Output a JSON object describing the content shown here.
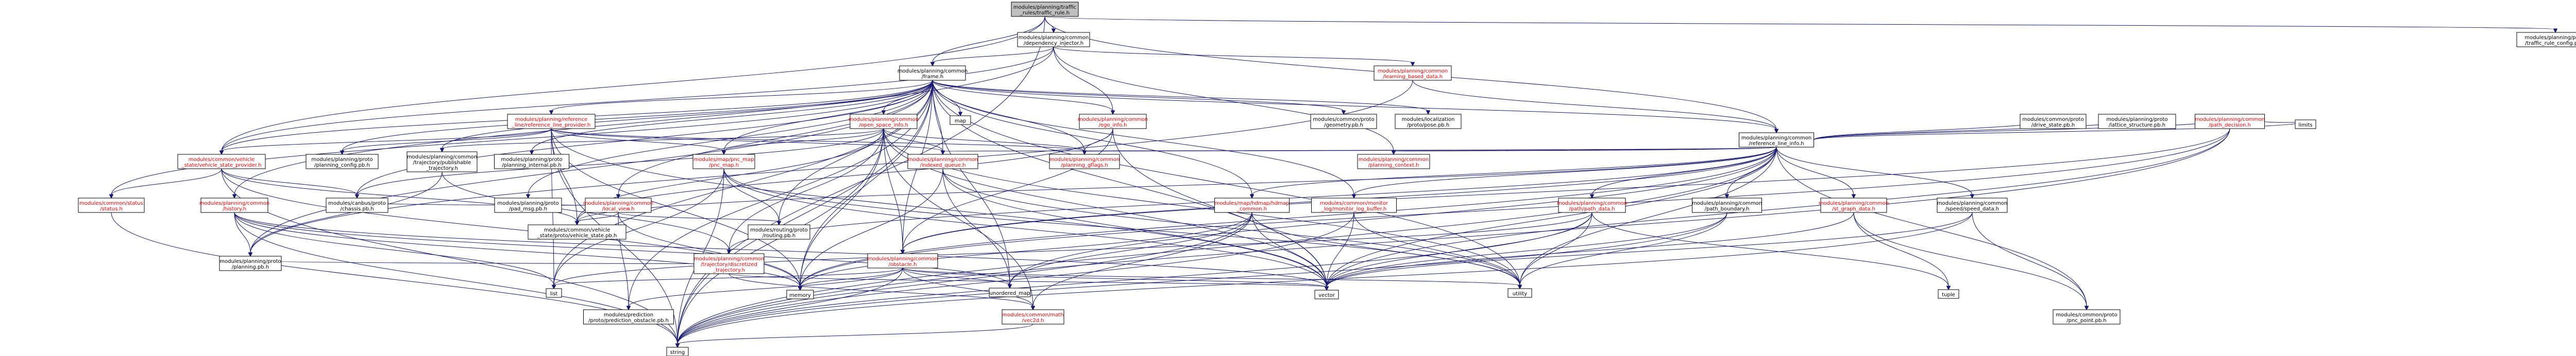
{
  "nodes": [
    {
      "id": "root",
      "lines": [
        "modules/planning/traffic",
        "_rules/traffic_rule.h"
      ],
      "style": "root"
    },
    {
      "id": "dep_inj",
      "lines": [
        "modules/planning/common",
        "/dependency_injector.h"
      ],
      "style": "black"
    },
    {
      "id": "traffic_rule_cfg",
      "lines": [
        "modules/planning/proto",
        "/traffic_rule_config.pb.h"
      ],
      "style": "plain"
    },
    {
      "id": "frame",
      "lines": [
        "modules/planning/common",
        "/frame.h"
      ],
      "style": "black"
    },
    {
      "id": "learning_based",
      "lines": [
        "modules/planning/common",
        "/learning_based_data.h"
      ],
      "style": "red"
    },
    {
      "id": "ref_line_info",
      "lines": [
        "modules/planning/common",
        "/reference_line_info.h"
      ],
      "style": "black"
    },
    {
      "id": "ref_line_provider",
      "lines": [
        "modules/planning/reference",
        "_line/reference_line_provider.h"
      ],
      "style": "red"
    },
    {
      "id": "open_space_info",
      "lines": [
        "modules/planning/common",
        "/open_space_info.h"
      ],
      "style": "red"
    },
    {
      "id": "map_label",
      "lines": [
        "map"
      ],
      "style": "plain"
    },
    {
      "id": "ego_info",
      "lines": [
        "modules/planning/common",
        "/ego_info.h"
      ],
      "style": "red"
    },
    {
      "id": "geometry_pb",
      "lines": [
        "modules/common/proto",
        "/geometry.pb.h"
      ],
      "style": "black"
    },
    {
      "id": "localization_pb",
      "lines": [
        "modules/localization",
        "/proto/pose.pb.h"
      ],
      "style": "black"
    },
    {
      "id": "vehicle_state_provider",
      "lines": [
        "modules/common/vehicle",
        "_state/vehicle_state_provider.h"
      ],
      "style": "red"
    },
    {
      "id": "status",
      "lines": [
        "modules/common/status",
        "/status.h"
      ],
      "style": "red"
    },
    {
      "id": "history",
      "lines": [
        "modules/planning/common",
        "/history.h"
      ],
      "style": "red"
    },
    {
      "id": "planning_config_pb",
      "lines": [
        "modules/planning/proto",
        "/planning_config.pb.h"
      ],
      "style": "black"
    },
    {
      "id": "pub_traj",
      "lines": [
        "modules/planning/common",
        "/trajectory/publishable",
        "_trajectory.h"
      ],
      "style": "black"
    },
    {
      "id": "planning_internal_pb",
      "lines": [
        "modules/planning/proto",
        "/planning_internal.pb.h"
      ],
      "style": "black"
    },
    {
      "id": "pnc_map",
      "lines": [
        "modules/map/pnc_map",
        "/pnc_map.h"
      ],
      "style": "red"
    },
    {
      "id": "local_view",
      "lines": [
        "modules/planning/common",
        "/local_view.h"
      ],
      "style": "red"
    },
    {
      "id": "indexed_queue",
      "lines": [
        "modules/planning/common",
        "/indexed_queue.h"
      ],
      "style": "red"
    },
    {
      "id": "planning_gflags",
      "lines": [
        "modules/planning/common",
        "/planning_gflags.h"
      ],
      "style": "red"
    },
    {
      "id": "planning_context",
      "lines": [
        "modules/planning/common",
        "/planning_context.h"
      ],
      "style": "red"
    },
    {
      "id": "planning_pb",
      "lines": [
        "modules/planning/proto",
        "/planning.pb.h"
      ],
      "style": "black"
    },
    {
      "id": "chassis_pb",
      "lines": [
        "modules/canbus/proto",
        "/chassis.pb.h"
      ],
      "style": "black"
    },
    {
      "id": "pad_msg_pb",
      "lines": [
        "modules/planning/proto",
        "/pad_msg.pb.h"
      ],
      "style": "black"
    },
    {
      "id": "vehicle_state_pb",
      "lines": [
        "modules/common/vehicle",
        "_state/proto/vehicle_state.pb.h"
      ],
      "style": "black"
    },
    {
      "id": "routing_pb",
      "lines": [
        "modules/routing/proto",
        "/routing.pb.h"
      ],
      "style": "black"
    },
    {
      "id": "disc_traj",
      "lines": [
        "modules/planning/common",
        "/trajectory/discretized",
        "_trajectory.h"
      ],
      "style": "red"
    },
    {
      "id": "obstacle",
      "lines": [
        "modules/planning/common",
        "/obstacle.h"
      ],
      "style": "red"
    },
    {
      "id": "hdmap_common",
      "lines": [
        "modules/map/hdmap/hdmap",
        "_common.h"
      ],
      "style": "red"
    },
    {
      "id": "monitor_log_buffer",
      "lines": [
        "modules/common/monitor",
        "_log/monitor_log_buffer.h"
      ],
      "style": "red"
    },
    {
      "id": "path_data",
      "lines": [
        "modules/planning/common",
        "/path/path_data.h"
      ],
      "style": "red"
    },
    {
      "id": "path_boundary",
      "lines": [
        "modules/planning/common",
        "/path_boundary.h"
      ],
      "style": "black"
    },
    {
      "id": "st_graph_data",
      "lines": [
        "modules/planning/common",
        "/st_graph_data.h"
      ],
      "style": "red"
    },
    {
      "id": "speed_data",
      "lines": [
        "modules/planning/common",
        "/speed/speed_data.h"
      ],
      "style": "black"
    },
    {
      "id": "drive_state_pb",
      "lines": [
        "modules/common/proto",
        "/drive_state.pb.h"
      ],
      "style": "black"
    },
    {
      "id": "lattice_structure_pb",
      "lines": [
        "modules/planning/proto",
        "/lattice_structure.pb.h"
      ],
      "style": "black"
    },
    {
      "id": "path_decision",
      "lines": [
        "modules/planning/common",
        "/path_decision.h"
      ],
      "style": "red"
    },
    {
      "id": "limits",
      "lines": [
        "limits"
      ],
      "style": "plain"
    },
    {
      "id": "list",
      "lines": [
        "list"
      ],
      "style": "plain"
    },
    {
      "id": "prediction_obstacle_pb",
      "lines": [
        "modules/prediction",
        "/proto/prediction_obstacle.pb.h"
      ],
      "style": "black"
    },
    {
      "id": "memory",
      "lines": [
        "memory"
      ],
      "style": "plain"
    },
    {
      "id": "vec2d",
      "lines": [
        "modules/common/math",
        "/vec2d.h"
      ],
      "style": "red"
    },
    {
      "id": "unordered_map",
      "lines": [
        "unordered_map"
      ],
      "style": "plain"
    },
    {
      "id": "vector",
      "lines": [
        "vector"
      ],
      "style": "plain"
    },
    {
      "id": "utility",
      "lines": [
        "utility"
      ],
      "style": "plain"
    },
    {
      "id": "tuple",
      "lines": [
        "tuple"
      ],
      "style": "plain"
    },
    {
      "id": "pnc_point_pb",
      "lines": [
        "modules/common/proto",
        "/pnc_point.pb.h"
      ],
      "style": "black"
    },
    {
      "id": "string",
      "lines": [
        "string"
      ],
      "style": "plain"
    }
  ],
  "colors": {
    "edge": "#191970",
    "root_fill": "#bfbfbf",
    "red_border": "#ff0000",
    "black_border": "#000000",
    "plain_border": "#bfbfbf"
  }
}
